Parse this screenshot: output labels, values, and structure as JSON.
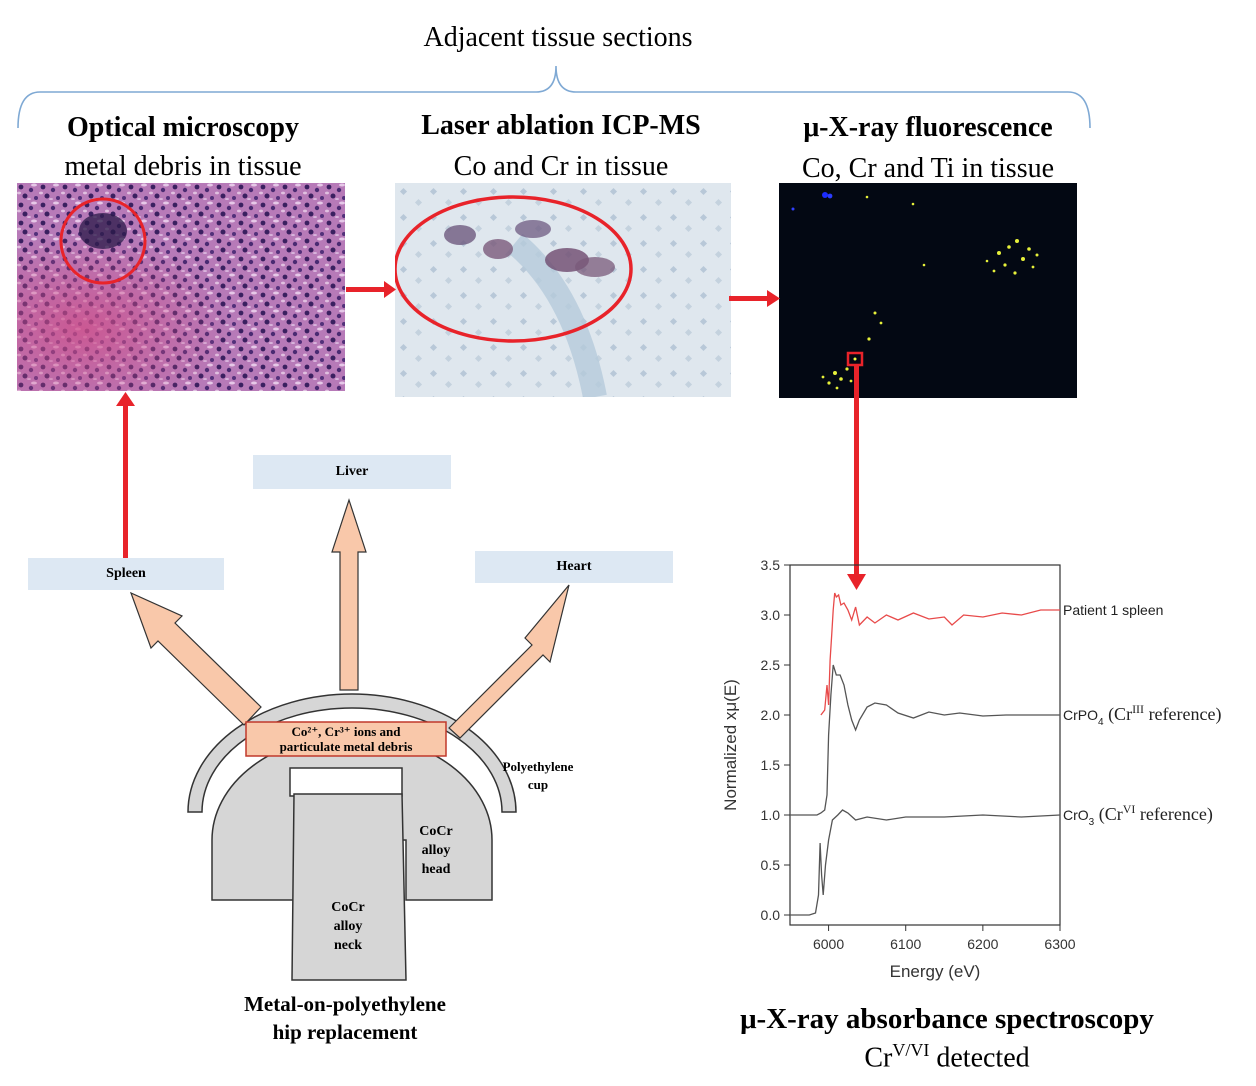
{
  "top": {
    "caption": "Adjacent tissue sections"
  },
  "panels": {
    "optical": {
      "title": "Optical microscopy",
      "subtitle": "metal debris in tissue"
    },
    "laser": {
      "title": "Laser ablation ICP-MS",
      "subtitle": "Co and Cr in tissue"
    },
    "xrf": {
      "title": "μ-X-ray fluorescence",
      "subtitle": "Co, Cr and Ti in tissue"
    }
  },
  "hip": {
    "organs": {
      "spleen": "Spleen",
      "liver": "Liver",
      "heart": "Heart"
    },
    "ions_line1": "Co²⁺, Cr³⁺ ions and",
    "ions_line2": "particulate metal debris",
    "cup_line1": "Polyethylene",
    "cup_line2": "cup",
    "head_line1": "CoCr",
    "head_line2": "alloy",
    "head_line3": "head",
    "neck_line1": "CoCr",
    "neck_line2": "alloy",
    "neck_line3": "neck",
    "caption_line1": "Metal-on-polyethylene",
    "caption_line2": "hip replacement"
  },
  "xas": {
    "title": "μ-X-ray absorbance spectroscopy",
    "subtitle_base": "Cr",
    "subtitle_sup": "V/VI",
    "subtitle_rest": " detected"
  },
  "chart_data": {
    "type": "line",
    "xlabel": "Energy (eV)",
    "ylabel": "Normalized xμ(E)",
    "xlim": [
      5950,
      6300
    ],
    "ylim": [
      -0.1,
      3.5
    ],
    "xticks": [
      6000,
      6100,
      6200,
      6300
    ],
    "yticks": [
      0.0,
      0.5,
      1.0,
      1.5,
      2.0,
      2.5,
      3.0,
      3.5
    ],
    "series": [
      {
        "name": "Patient 1 spleen",
        "color": "#e84a4a",
        "x": [
          5990,
          5995,
          5998,
          6000,
          6002,
          6004,
          6006,
          6008,
          6010,
          6013,
          6016,
          6020,
          6025,
          6030,
          6035,
          6040,
          6050,
          6060,
          6075,
          6090,
          6110,
          6130,
          6150,
          6160,
          6175,
          6200,
          6225,
          6250,
          6275,
          6300
        ],
        "y": [
          2.0,
          2.05,
          2.3,
          2.1,
          2.55,
          2.8,
          3.05,
          3.22,
          3.18,
          3.2,
          3.1,
          3.12,
          3.05,
          2.95,
          3.08,
          2.9,
          2.98,
          2.92,
          3.0,
          2.95,
          3.02,
          2.96,
          2.98,
          2.9,
          3.0,
          2.98,
          3.02,
          3.0,
          3.05,
          3.05
        ]
      },
      {
        "name": "CrPO4 (CrIII reference)",
        "label_base": "CrPO",
        "label_sub": "4",
        "label_paren": " (Cr",
        "label_sup": "III",
        "label_end": " reference)",
        "color": "#555555",
        "x": [
          5950,
          5975,
          5985,
          5990,
          5995,
          5998,
          6000,
          6003,
          6006,
          6010,
          6015,
          6020,
          6025,
          6030,
          6035,
          6040,
          6050,
          6060,
          6075,
          6090,
          6110,
          6130,
          6150,
          6170,
          6200,
          6230,
          6260,
          6300
        ],
        "y": [
          1.0,
          1.0,
          1.0,
          1.02,
          1.05,
          1.2,
          1.8,
          2.2,
          2.5,
          2.4,
          2.4,
          2.3,
          2.1,
          1.95,
          1.85,
          1.95,
          2.08,
          2.12,
          2.1,
          2.02,
          1.97,
          2.03,
          2.0,
          2.02,
          1.99,
          2.0,
          2.0,
          2.0
        ]
      },
      {
        "name": "CrO3 (CrVI reference)",
        "label_base": "CrO",
        "label_sub": "3",
        "label_paren": " (Cr",
        "label_sup": "VI",
        "label_end": " reference)",
        "color": "#555555",
        "x": [
          5950,
          5975,
          5983,
          5987,
          5989,
          5991,
          5993,
          5996,
          6000,
          6005,
          6012,
          6018,
          6025,
          6035,
          6050,
          6075,
          6100,
          6150,
          6200,
          6250,
          6300
        ],
        "y": [
          0.0,
          0.0,
          0.02,
          0.2,
          0.72,
          0.4,
          0.2,
          0.5,
          0.75,
          0.95,
          1.0,
          1.05,
          1.02,
          0.95,
          0.98,
          0.95,
          0.98,
          0.98,
          1.0,
          0.98,
          1.0
        ]
      }
    ]
  }
}
